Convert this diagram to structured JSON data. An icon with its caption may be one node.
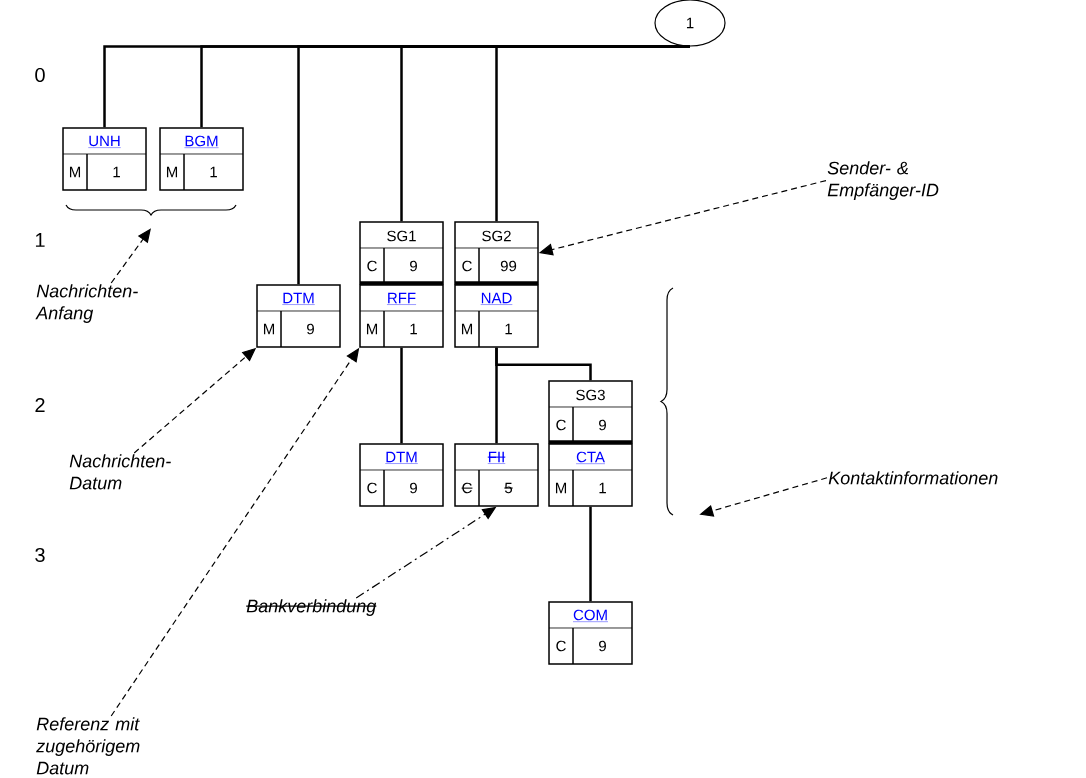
{
  "diagram": {
    "nodes": [
      {
        "text": [
          "1"
        ]
      },
      {
        "text": [
          "UNH",
          "M",
          "1"
        ]
      },
      {
        "text": [
          "BGM",
          "M",
          "1"
        ]
      },
      {
        "text": [],
        "shape": "brace"
      },
      {
        "text": [
          "DTM",
          "M",
          "9"
        ]
      },
      {
        "text": [
          "SG1",
          "C",
          "9"
        ]
      },
      {
        "text": [
          "RFF",
          "M",
          "1"
        ]
      },
      {
        "text": [
          "SG2",
          "C",
          "99"
        ]
      },
      {
        "text": [
          "NAD",
          "M",
          "1"
        ]
      },
      {
        "text": [
          "SG3",
          "C",
          "9"
        ]
      },
      {
        "text": [
          "DTM",
          "C",
          "9"
        ]
      },
      {
        "text": [
          "FII",
          "C",
          "5"
        ]
      },
      {
        "text": [
          "CTA",
          "M",
          "1"
        ]
      },
      {
        "text": [
          "COM",
          "C",
          "9"
        ]
      },
      {
        "text": [],
        "shape": "brace"
      },
      {
        "text": [
          "Sender- & Empfänger-ID"
        ]
      },
      {
        "text": [
          "Nachrichten- Anfang"
        ]
      },
      {
        "text": [
          "Nachrichten- Datum"
        ]
      },
      {
        "text": [
          "Kontaktinformationen"
        ]
      },
      {
        "text": [
          "Bankverbindung"
        ]
      },
      {
        "text": [
          "Referenz mit zugehörigem Datum"
        ]
      }
    ],
    "edges": [
      {
        "from": 0,
        "to": 1,
        "arrow": "none"
      },
      {
        "from": 0,
        "to": 2,
        "arrow": "none"
      },
      {
        "from": 0,
        "to": 4,
        "arrow": "none"
      },
      {
        "from": 0,
        "to": 5,
        "arrow": "none"
      },
      {
        "from": 0,
        "to": 7,
        "arrow": "none"
      },
      {
        "from": 6,
        "to": 10,
        "arrow": "none"
      },
      {
        "from": 8,
        "to": 11,
        "arrow": "none"
      },
      {
        "from": 8,
        "to": 9,
        "arrow": "none"
      },
      {
        "from": 12,
        "to": 13,
        "arrow": "none"
      },
      {
        "from": 16,
        "to": 3,
        "arrow": "to",
        "style": "dashed"
      },
      {
        "from": 15,
        "to": 7,
        "arrow": "to",
        "style": "dashed"
      },
      {
        "from": 17,
        "to": 4,
        "arrow": "to",
        "style": "dashed"
      },
      {
        "from": 20,
        "to": 6,
        "arrow": "to",
        "style": "dashed"
      },
      {
        "from": 19,
        "to": 11,
        "arrow": "to",
        "style": "dashed"
      },
      {
        "from": 18,
        "to": 14,
        "arrow": "to",
        "style": "dashed"
      }
    ],
    "labels": [
      "0",
      "1",
      "2",
      "3"
    ]
  }
}
